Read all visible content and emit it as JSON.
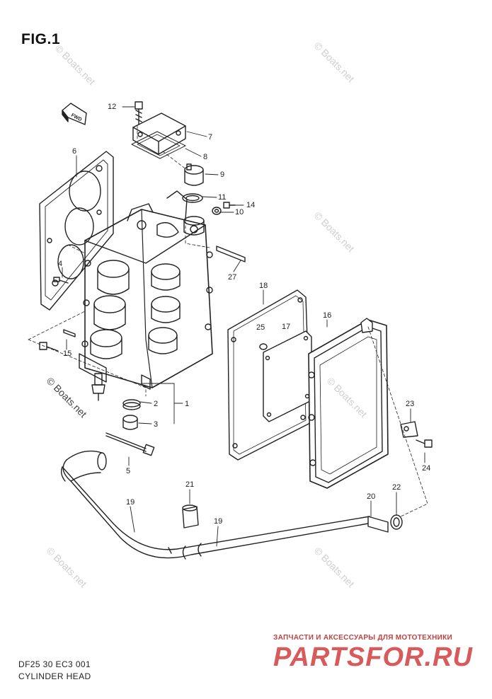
{
  "figure": {
    "title": "FIG.1"
  },
  "callouts": [
    {
      "id": "c12",
      "text": "12"
    },
    {
      "id": "c7",
      "text": "7"
    },
    {
      "id": "c8",
      "text": "8"
    },
    {
      "id": "c6",
      "text": "6"
    },
    {
      "id": "c9",
      "text": "9"
    },
    {
      "id": "c11",
      "text": "11"
    },
    {
      "id": "c14",
      "text": "14"
    },
    {
      "id": "c10",
      "text": "10"
    },
    {
      "id": "c27",
      "text": "27"
    },
    {
      "id": "c4",
      "text": "4"
    },
    {
      "id": "c18",
      "text": "18"
    },
    {
      "id": "c16",
      "text": "16"
    },
    {
      "id": "c25",
      "text": "25"
    },
    {
      "id": "c17",
      "text": "17"
    },
    {
      "id": "c15",
      "text": "15"
    },
    {
      "id": "c2",
      "text": "2"
    },
    {
      "id": "c1",
      "text": "1"
    },
    {
      "id": "c3",
      "text": "3"
    },
    {
      "id": "c23",
      "text": "23"
    },
    {
      "id": "c24",
      "text": "24"
    },
    {
      "id": "c5",
      "text": "5"
    },
    {
      "id": "c21",
      "text": "21"
    },
    {
      "id": "c22",
      "text": "22"
    },
    {
      "id": "c20",
      "text": "20"
    },
    {
      "id": "c19a",
      "text": "19"
    },
    {
      "id": "c19b",
      "text": "19"
    }
  ],
  "fwd_label": "FWD",
  "watermark": "© Boats.net",
  "footer": {
    "code": "DF25 30 EC3  001",
    "name": "CYLINDER HEAD"
  },
  "brand": {
    "tagline": "ЗАПЧАСТИ И АКСЕССУАРЫ ДЛЯ МОТОТЕХНИКИ",
    "logo": "PARTSFOR.RU"
  }
}
